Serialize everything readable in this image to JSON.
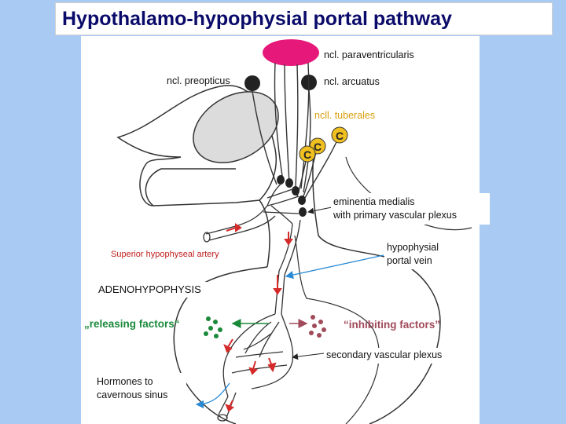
{
  "title": "Hypothalamo-hypophysial portal pathway",
  "labels": {
    "paraventricularis": "ncl. paraventricularis",
    "preopticus": "ncl. preopticus",
    "arcuatus": "ncl. arcuatus",
    "tuberales": "ncll. tuberales",
    "eminentia_line1": "eminentia medialis",
    "eminentia_line2": "with primary vascular plexus",
    "superior_artery": "Superior hypophyseal artery",
    "portal_vein_line1": "hypophysial",
    "portal_vein_line2": "portal vein",
    "adenohypophysis": "ADENOHYPOPHYSIS",
    "releasing_factors": "„releasing factors“",
    "inhibiting_factors": "“inhibiting factors”",
    "secondary_plexus": "secondary vascular plexus",
    "hormones_line1": "Hormones to",
    "hormones_line2": "cavernous sinus",
    "cell_letter": "C"
  },
  "colors": {
    "background": "#a9cbf3",
    "title_text": "#0a0a6a",
    "paraventricular_nucleus": "#e6197a",
    "tuberal_cells": "#f0c020",
    "releasing_dots": "#1a8a3a",
    "inhibiting_dots": "#a04a5a",
    "flow_arrows": "#d42a2a",
    "pointer_arrows": "#2a8ad4",
    "artery_label": "#c02020",
    "tuberales_label": "#d8a010"
  }
}
